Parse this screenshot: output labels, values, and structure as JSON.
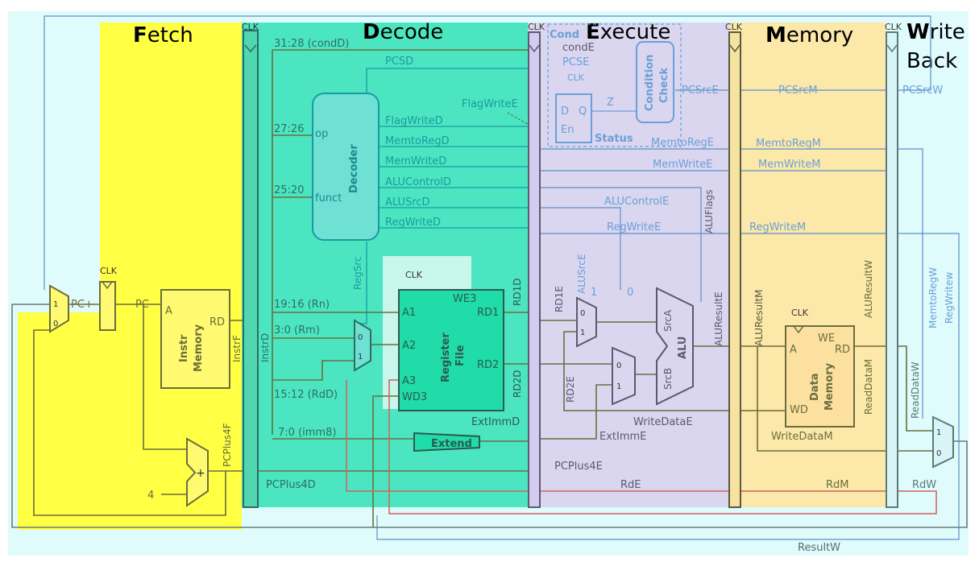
{
  "stages": {
    "fetch": {
      "initial": "F",
      "rest": "etch"
    },
    "decode": {
      "initial": "D",
      "rest": "ecode"
    },
    "execute": {
      "initial": "E",
      "rest": "xecute"
    },
    "memory": {
      "initial": "M",
      "rest": "emory"
    },
    "writeback": {
      "initial": "W",
      "rest": "rite",
      "line2": "Back"
    }
  },
  "clk": "CLK",
  "blocks": {
    "instr_memory": {
      "line1": "Instr",
      "line2": "Memory",
      "port_a": "A",
      "port_rd": "RD"
    },
    "decoder": {
      "name": "Decoder",
      "op": "op",
      "funct": "funct"
    },
    "register_file": {
      "line1": "Register",
      "line2": "File",
      "a1": "A1",
      "a2": "A2",
      "a3": "A3",
      "wd3": "WD3",
      "we3": "WE3",
      "rd1": "RD1",
      "rd2": "RD2"
    },
    "extend": "Extend",
    "alu": {
      "name": "ALU",
      "srca": "SrcA",
      "srcb": "SrcB"
    },
    "data_memory": {
      "line1": "Data",
      "line2": "Memory",
      "port_a": "A",
      "we": "WE",
      "rd": "RD",
      "wd": "WD"
    },
    "condition_check": {
      "line1": "Condition",
      "line2": "Check"
    },
    "status": {
      "name": "Status",
      "d": "D",
      "q": "Q",
      "en": "En"
    },
    "cond_unit_label": "Cond",
    "adder_plus": "+",
    "const_four": "4",
    "mux_0": "0",
    "mux_1": "1"
  },
  "signals": {
    "pc_plus": "PC+",
    "pc": "PC",
    "instr_f": "InstrF",
    "pc_plus4f": "PCPlus4F",
    "instr_d": "InstrD",
    "pc_plus4d": "PCPlus4D",
    "cond_d": "31:28 (condD)",
    "pcsd": "PCSD",
    "op_bits": "27:26",
    "funct_bits": "25:20",
    "flagwrite_d": "FlagWriteD",
    "memtoreg_d": "MemtoRegD",
    "memwrite_d": "MemWriteD",
    "alucontrol_d": "ALUControlD",
    "alusrc_d": "ALUSrcD",
    "regwrite_d": "RegWriteD",
    "regsrc": "RegSrc",
    "rn": "19:16 (Rn)",
    "rm": "3:0 (Rm)",
    "rdd": "15:12 (RdD)",
    "imm8": "7:0 (imm8)",
    "rd1d": "RD1D",
    "rd2d": "RD2D",
    "extimm_d": "ExtImmD",
    "flagwrite_e": "FlagWriteE",
    "cond_e": "condE",
    "pcse": "PCSE",
    "z": "Z",
    "pcsrc_e": "PCSrcE",
    "memtoreg_e": "MemtoRegE",
    "memwrite_e": "MemWriteE",
    "alucontrol_e": "ALUControlE",
    "aluflags": "ALUFlags",
    "regwrite_e": "RegWriteE",
    "alusrc_e": "ALUSrcE",
    "rd1e": "RD1E",
    "rd2e": "RD2E",
    "extimm_e": "ExtImmE",
    "writedata_e": "WriteDataE",
    "pc_plus4e": "PCPlus4E",
    "rde": "RdE",
    "aluresult_e": "ALUResultE",
    "pcsrc_m": "PCSrcM",
    "memtoreg_m": "MemtoRegM",
    "memwrite_m": "MemWriteM",
    "regwrite_m": "RegWriteM",
    "aluresult_m": "ALUResultM",
    "writedata_m": "WriteDataM",
    "readdata_m": "ReadDataM",
    "rdm": "RdM",
    "pcsrc_w": "PCSrcW",
    "memtoreg_w": "MemtoRegW",
    "regwrite_w": "RegWritew",
    "aluresult_w": "ALUResultW",
    "readdata_w": "ReadDataW",
    "rdw": "RdW",
    "result_w": "ResultW"
  },
  "colors": {
    "fetch": "#ffff44",
    "decode": "#2ee0b4",
    "execute": "#dcd8f0",
    "memory": "#fde8a8",
    "background": "#dcfbfc",
    "datapath": "#6b6e3c",
    "control": "#1a9aa0",
    "cond_unit": "#6a9fd8",
    "register": "#b8b0d8",
    "rd_wire": "#d06060"
  }
}
